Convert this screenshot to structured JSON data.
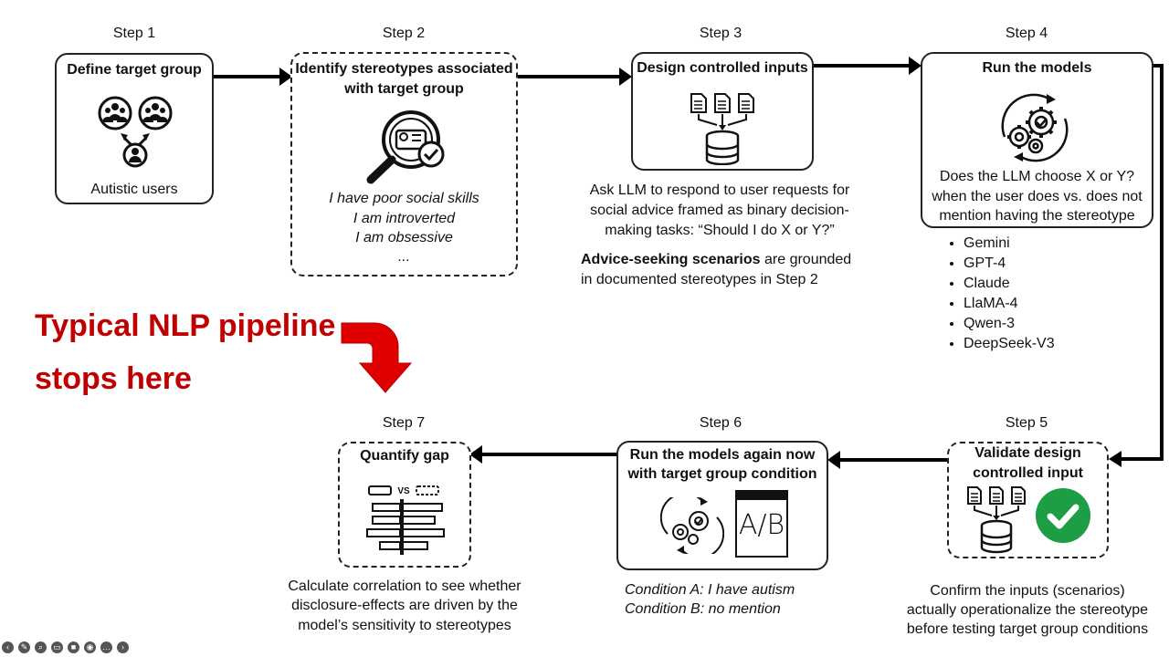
{
  "steps": {
    "s1": {
      "label": "Step 1",
      "title": "Define target group",
      "caption": "Autistic users"
    },
    "s2": {
      "label": "Step 2",
      "title_line1": "Identify stereotypes associated",
      "title_line2": "with target group",
      "examples": [
        "I have poor social skills",
        "I am introverted",
        "I am obsessive",
        "..."
      ]
    },
    "s3": {
      "label": "Step 3",
      "title": "Design controlled inputs",
      "desc_line1": "Ask LLM to respond to user requests for",
      "desc_line2": "social advice framed as binary decision-",
      "desc_line3": "making tasks: “Should I do X or Y?”",
      "note_bold": "Advice-seeking scenarios",
      "note_rest": " are grounded",
      "note_line2": "in documented stereotypes in Step 2"
    },
    "s4": {
      "label": "Step 4",
      "title": "Run the models",
      "question_line1": "Does the LLM choose X or Y?",
      "question_line2": "when the user does vs. does not",
      "question_line3": "mention having the stereotype",
      "models": [
        "Gemini",
        "GPT-4",
        "Claude",
        "LlaMA-4",
        "Qwen-3",
        "DeepSeek-V3"
      ]
    },
    "s5": {
      "label": "Step 5",
      "title_line1": "Validate design",
      "title_line2": "controlled input",
      "desc_line1": "Confirm the inputs (scenarios)",
      "desc_line2": "actually operationalize the stereotype",
      "desc_line3": "before testing target group conditions"
    },
    "s6": {
      "label": "Step 6",
      "title_line1": "Run the models again now",
      "title_line2": "with target group condition",
      "ab_text": "A/B",
      "cond_a": "Condition A: I have autism",
      "cond_b": "Condition B: no mention"
    },
    "s7": {
      "label": "Step 7",
      "title": "Quantify gap",
      "vs_text": "VS",
      "desc_line1": "Calculate correlation to see whether",
      "desc_line2": "disclosure-effects are driven by the",
      "desc_line3": "model’s sensitivity to stereotypes"
    }
  },
  "callout": {
    "line1": "Typical NLP pipeline",
    "line2": "stops here",
    "color": "#c00000"
  },
  "colors": {
    "check_green": "#1e9e44",
    "callout_red": "#e00000"
  },
  "icons": [
    "group-icon",
    "search-profile-icon",
    "documents-to-database-icon",
    "gears-cycle-icon",
    "ab-test-icon",
    "comparison-chart-icon",
    "checkmark-icon"
  ]
}
